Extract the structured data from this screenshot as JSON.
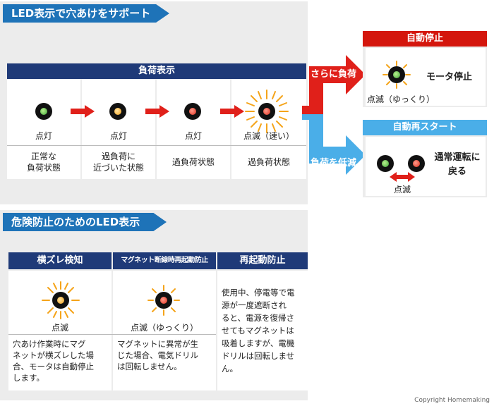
{
  "section1": {
    "title": "LED表示で穴あけをサポート",
    "load_header": "負荷表示",
    "columns": [
      {
        "led": "green",
        "status": "点灯",
        "desc": [
          "正常な",
          "負荷状態"
        ]
      },
      {
        "led": "orange",
        "status": "点灯",
        "desc": [
          "過負荷に",
          "近づいた状態"
        ]
      },
      {
        "led": "red",
        "status": "点灯",
        "desc": [
          "過負荷状態"
        ]
      },
      {
        "led": "red",
        "status": "点滅（速い）",
        "desc": [
          "過負荷状態"
        ]
      }
    ],
    "arrow_up": "さらに負荷",
    "arrow_down": "負荷を低減",
    "auto_stop": {
      "title": "自動停止",
      "status": "点滅（ゆっくり）",
      "result": "モータ停止"
    },
    "auto_restart": {
      "title": "自動再スタート",
      "status": "点滅",
      "result": [
        "通常運転に",
        "戻る"
      ]
    }
  },
  "section2": {
    "title": "危険防止のためのLED表示",
    "columns": [
      {
        "header": "横ズレ検知",
        "led": "orange",
        "status": "点滅",
        "desc": [
          "穴あけ作業時にマグ",
          "ネットが横ズレした場",
          "合、モータは自動停止",
          "します。"
        ]
      },
      {
        "header": "マグネット断線時再起動防止",
        "led": "red",
        "status": "点滅（ゆっくり）",
        "desc": [
          "マグネットに異常が生",
          "じた場合、電気ドリル",
          "は回転しません。"
        ]
      },
      {
        "header": "再起動防止",
        "desc": [
          "使用中、停電等で電",
          "源が一度遮断され",
          "ると、電源を復帰さ",
          "せてもマグネットは",
          "吸着しますが、電機",
          "ドリルは回転しませ",
          "ん。"
        ]
      }
    ]
  },
  "copyright": "Copyright Homemaking",
  "colors": {
    "tab_blue": "#1e73b8",
    "navy": "#1f3a78",
    "arrow_red": "#e0201a",
    "arrow_blue": "#4aaee8",
    "restart_header": "#4aaee8"
  }
}
